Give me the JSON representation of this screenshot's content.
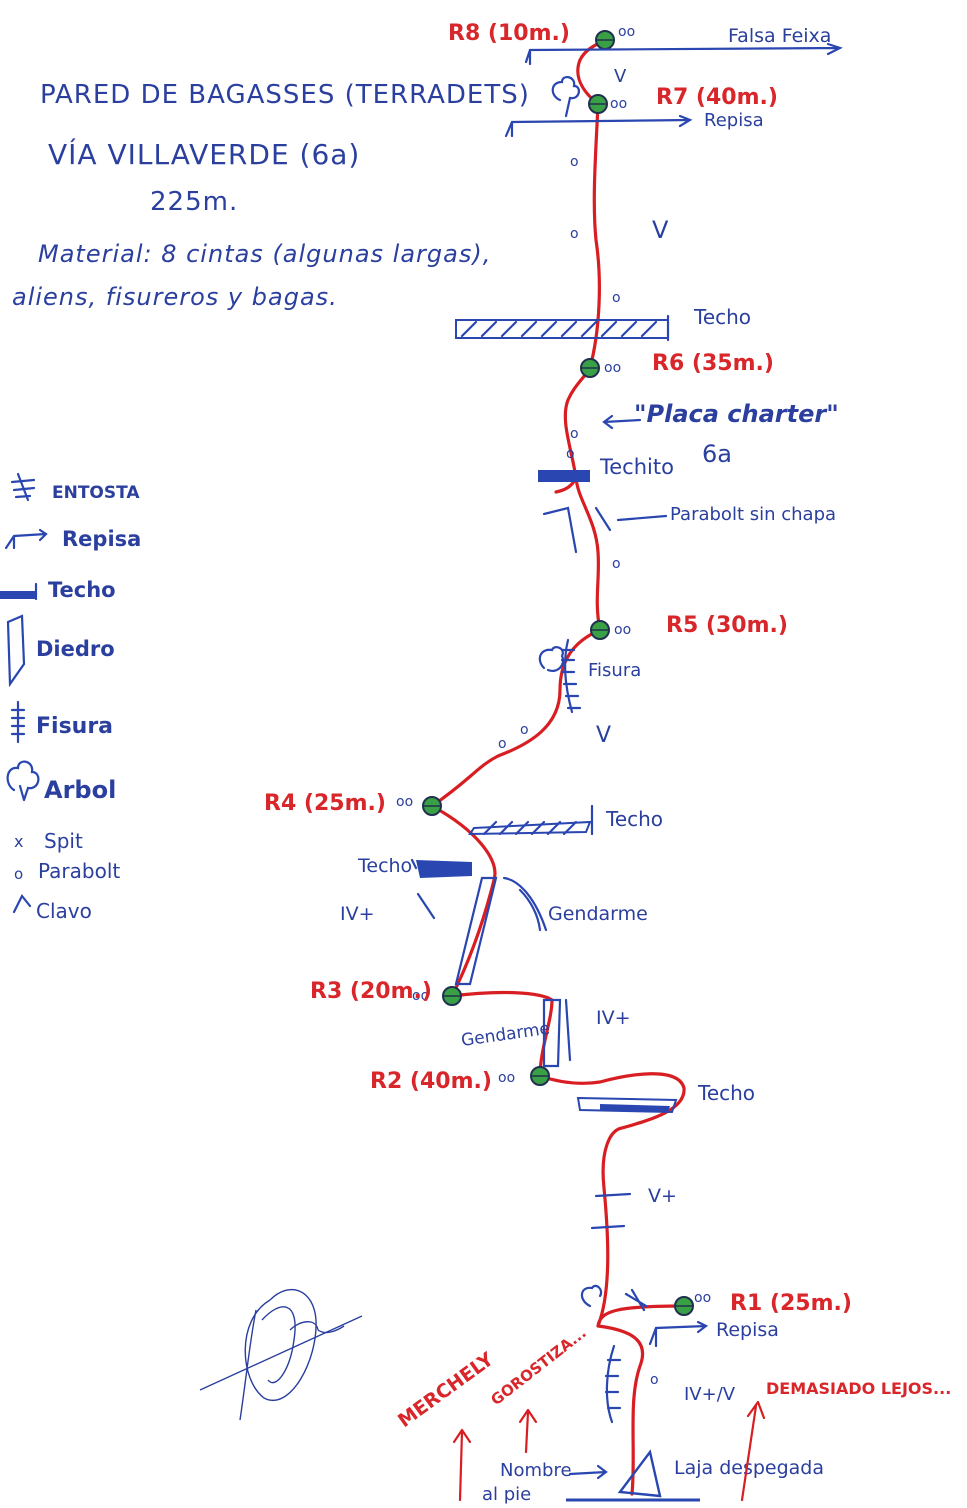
{
  "header": {
    "title": "PARED DE BAGASSES (TERRADETS)",
    "route": "VÍA VILLAVERDE (6a)",
    "length": "225m.",
    "material_line1": "Material: 8 cintas (algunas largas),",
    "material_line2": "aliens, fisureros y bagas."
  },
  "legend": {
    "entosta": "ENTOSTA",
    "repisa": "Repisa",
    "techo": "Techo",
    "diedro": "Diedro",
    "fisura": "Fisura",
    "arbol": "Arbol",
    "spit": "Spit",
    "parabolt": "Parabolt",
    "clavo": "Clavo"
  },
  "belays": {
    "r8": "R8 (10m.)",
    "r7": "R7 (40m.)",
    "r6": "R6 (35m.)",
    "r5": "R5 (30m.)",
    "r4": "R4 (25m.)",
    "r3": "R3 (20m.)",
    "r2": "R2 (40m.)",
    "r1": "R1 (25m.)"
  },
  "features": {
    "falsa_feixa": "Falsa Feixa",
    "repisa_top": "Repisa",
    "v_top": "V",
    "v_mid": "V",
    "techo_upper": "Techo",
    "placa_charter": "\"Placa charter\"",
    "techito": "Techito",
    "grade_6a": "6a",
    "parabolt_sin_chapa": "Parabolt sin chapa",
    "fisura": "Fisura",
    "v_lower": "V",
    "techo_r4": "Techo",
    "techo_left": "Techo",
    "iv_plus_left": "IV+",
    "gendarme_right": "Gendarme",
    "gendarme_left": "Gendarme",
    "iv_plus_r3": "IV+",
    "techo_r2": "Techo",
    "v_plus": "V+",
    "repisa_r1": "Repisa",
    "grade_start": "IV+/V",
    "nombre_al_pie_1": "Nombre",
    "nombre_al_pie_2": "al pie",
    "laja": "Laja despegada"
  },
  "annotations": {
    "merchely": "MERCHELY",
    "gorostiza": "GOROSTIZA...",
    "demasiado_lejos": "DEMASIADO LEJOS..."
  },
  "colors": {
    "route_line": "#d81e22",
    "belay_fill": "#3aa046",
    "ink_blue": "#2a3f9e",
    "ink_red": "#d8262a"
  },
  "icons": {
    "belay": "belay-station-icon",
    "tree": "tree-icon",
    "signature": "signature-icon"
  }
}
